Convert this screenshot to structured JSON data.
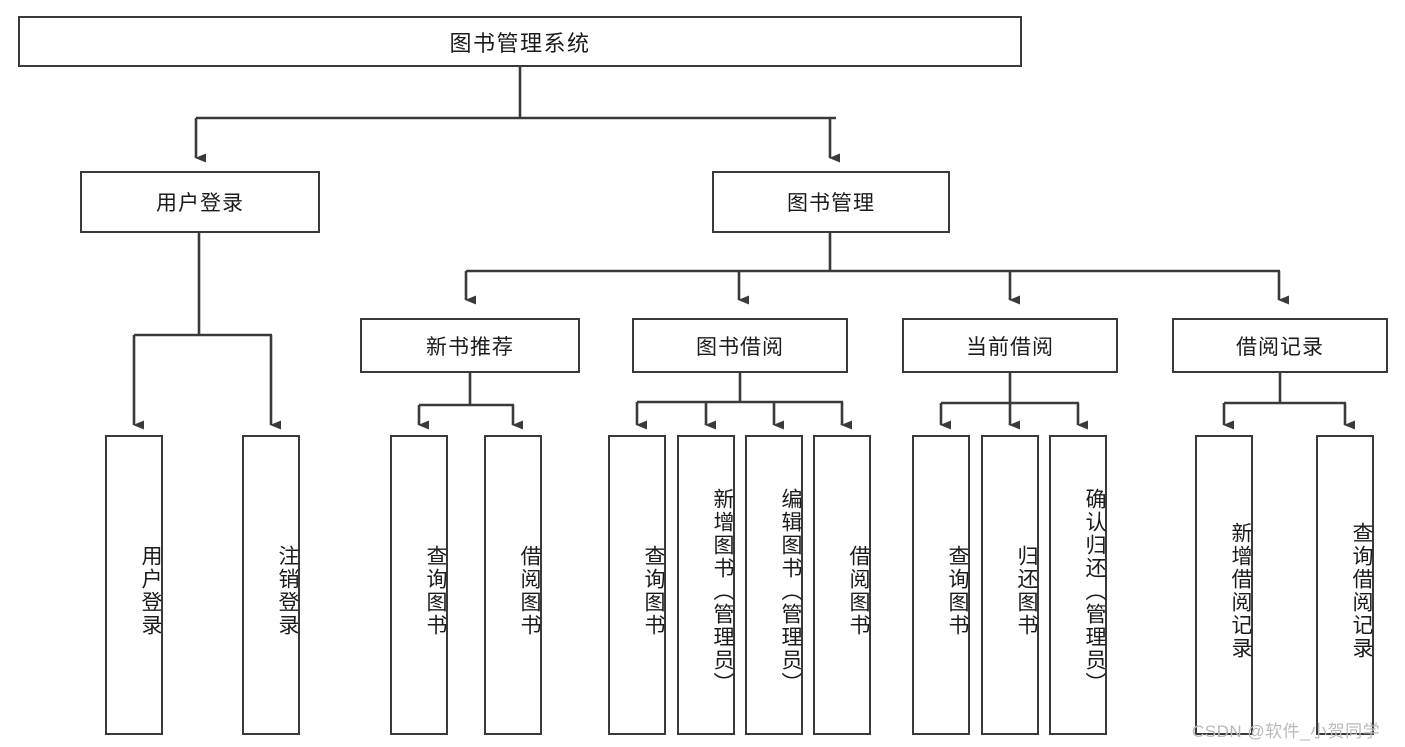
{
  "diagram": {
    "type": "tree",
    "title": "图书管理系统",
    "orientation": "top-down",
    "colors": {
      "box_border": "#3a3a3a",
      "box_fill": "#ffffff",
      "connector": "#3a3a3a",
      "text": "#1b1b1b",
      "watermark": "#b9b9b9",
      "background": "#ffffff"
    },
    "root": {
      "label": "图书管理系统",
      "level": 0
    },
    "level1": [
      {
        "label": "用户登录",
        "level": 1
      },
      {
        "label": "图书管理",
        "level": 1
      }
    ],
    "level2": [
      {
        "label": "新书推荐",
        "level": 2,
        "parent": "图书管理"
      },
      {
        "label": "图书借阅",
        "level": 2,
        "parent": "图书管理"
      },
      {
        "label": "当前借阅",
        "level": 2,
        "parent": "图书管理"
      },
      {
        "label": "借阅记录",
        "level": 2,
        "parent": "图书管理"
      }
    ],
    "leaves": {
      "user_login": [
        {
          "label": "用户登录"
        },
        {
          "label": "注销登录"
        }
      ],
      "new_book_recommend": [
        {
          "label": "查询图书"
        },
        {
          "label": "借阅图书"
        }
      ],
      "book_borrow": [
        {
          "label": "查询图书"
        },
        {
          "label": "新增图书（管理员）"
        },
        {
          "label": "编辑图书（管理员）"
        },
        {
          "label": "借阅图书"
        }
      ],
      "current_borrow": [
        {
          "label": "查询图书"
        },
        {
          "label": "归还图书"
        },
        {
          "label": "确认归还（管理员）"
        }
      ],
      "borrow_records": [
        {
          "label": "新增借阅记录"
        },
        {
          "label": "查询借阅记录"
        }
      ]
    }
  },
  "watermark": {
    "text": "CSDN @软件_小贺同学"
  }
}
